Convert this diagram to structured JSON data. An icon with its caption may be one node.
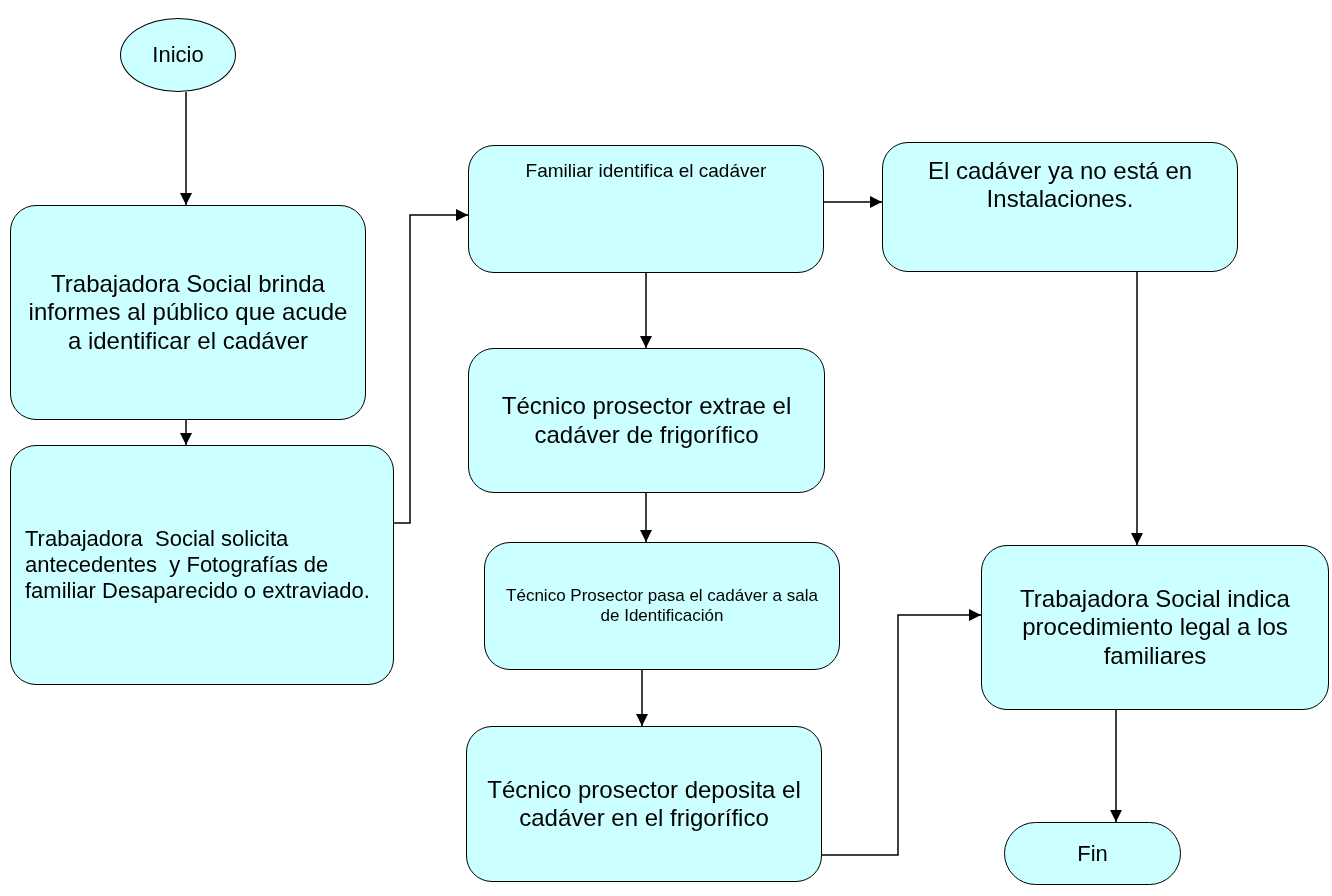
{
  "diagram": {
    "nodes": [
      {
        "text": [
          "Inicio"
        ]
      },
      {
        "text": [
          "Trabajadora Social brinda informes al público que acude a identificar el cadáver"
        ]
      },
      {
        "text": [
          "Trabajadora  Social solicita antecedentes  y Fotografías de  familiar Desaparecido o extraviado."
        ]
      },
      {
        "text": [
          "Familiar identifica el cadáver"
        ]
      },
      {
        "text": [
          "El cadáver ya no está en Instalaciones."
        ]
      },
      {
        "text": [
          "Técnico prosector extrae el cadáver de frigorífico"
        ]
      },
      {
        "text": [
          "Técnico Prosector pasa el cadáver a sala de Identificación"
        ]
      },
      {
        "text": [
          "Técnico prosector deposita el cadáver en el frigorífico"
        ]
      },
      {
        "text": [
          "Trabajadora Social indica procedimiento legal a los familiares"
        ]
      },
      {
        "text": [
          "Fin"
        ]
      }
    ],
    "edges": [
      {
        "from": 0,
        "to": 1,
        "arrow": "to"
      },
      {
        "from": 1,
        "to": 2,
        "arrow": "to"
      },
      {
        "from": 2,
        "to": 3,
        "arrow": "to"
      },
      {
        "from": 3,
        "to": 4,
        "arrow": "to"
      },
      {
        "from": 3,
        "to": 5,
        "arrow": "to"
      },
      {
        "from": 5,
        "to": 6,
        "arrow": "to"
      },
      {
        "from": 6,
        "to": 7,
        "arrow": "to"
      },
      {
        "from": 7,
        "to": 8,
        "arrow": "to"
      },
      {
        "from": 4,
        "to": 8,
        "arrow": "to"
      },
      {
        "from": 8,
        "to": 9,
        "arrow": "to"
      }
    ]
  }
}
